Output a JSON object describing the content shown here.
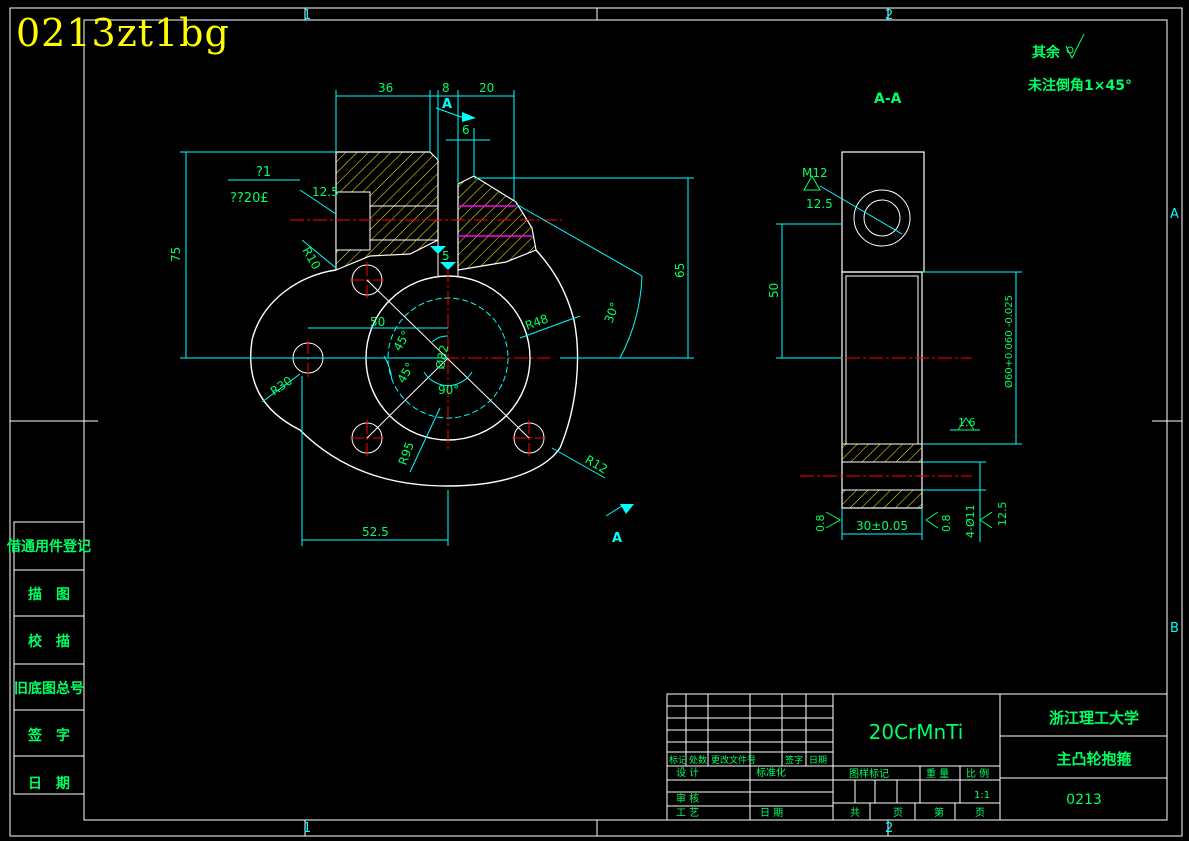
{
  "overlay_title": "0213zt1bg",
  "frame": {
    "zone_top_left": "1",
    "zone_top_right": "2",
    "zone_bottom_left": "1",
    "zone_bottom_right": "2",
    "zone_right_a": "A",
    "zone_right_b": "B"
  },
  "notes": {
    "rest_roughness": "其余",
    "chamfer": "未注倒角1×45°"
  },
  "section_label": "A-A",
  "section_arrow_label": "A",
  "front_view": {
    "dim_36": "36",
    "dim_8": "8",
    "dim_20": "20",
    "dim_6": "6",
    "dim_5": "5",
    "dim_75": "75",
    "dim_65": "65",
    "dim_50": "50",
    "dim_52_5": "52.5",
    "r10": "R10",
    "r30": "R30",
    "r48": "R48",
    "r12": "R12",
    "r95": "R95",
    "angle_30": "30°",
    "angle_45a": "45°",
    "angle_45b": "45°",
    "angle_90": "90°",
    "dia_82": "Ø82",
    "rough_12_5": "12.5",
    "hole_note_1": "?1",
    "hole_note_2": "??20£"
  },
  "side_view": {
    "thread": "M12",
    "rough_12_5": "12.5",
    "dim_50": "50",
    "bore": "Ø60+0.060 -0.025",
    "rough_1_6": "1.6",
    "rough_0_8a": "0.8",
    "width": "30±0.05",
    "rough_0_8b": "0.8",
    "holes": "4-Ø11",
    "rough_12_5b": "12.5"
  },
  "left_block": {
    "items": [
      "借通用件登记",
      "描　图",
      "校　描",
      "旧底图总号",
      "签　字",
      "日　期"
    ]
  },
  "title_block": {
    "material": "20CrMnTi",
    "school": "浙江理工大学",
    "part_name": "主凸轮抱箍",
    "drawing_no": "0213",
    "rev_headers": [
      "标记",
      "处数",
      "更改文件号",
      "签字",
      "日期"
    ],
    "design": "设 计",
    "standard": "标准化",
    "stage": "图样标记",
    "weight": "重 量",
    "scale_label": "比 例",
    "scale": "1:1",
    "review": "审 核",
    "process": "工 艺",
    "date": "日 期",
    "total": "共",
    "sheet": "页",
    "page_no": "第",
    "page": "页"
  },
  "colors": {
    "outline": "#ffffff",
    "dimension": "#00ffff",
    "text": "#00ff66",
    "hatch": "#ffff00",
    "center": "#ff0000",
    "thread": "#ff00ff"
  }
}
